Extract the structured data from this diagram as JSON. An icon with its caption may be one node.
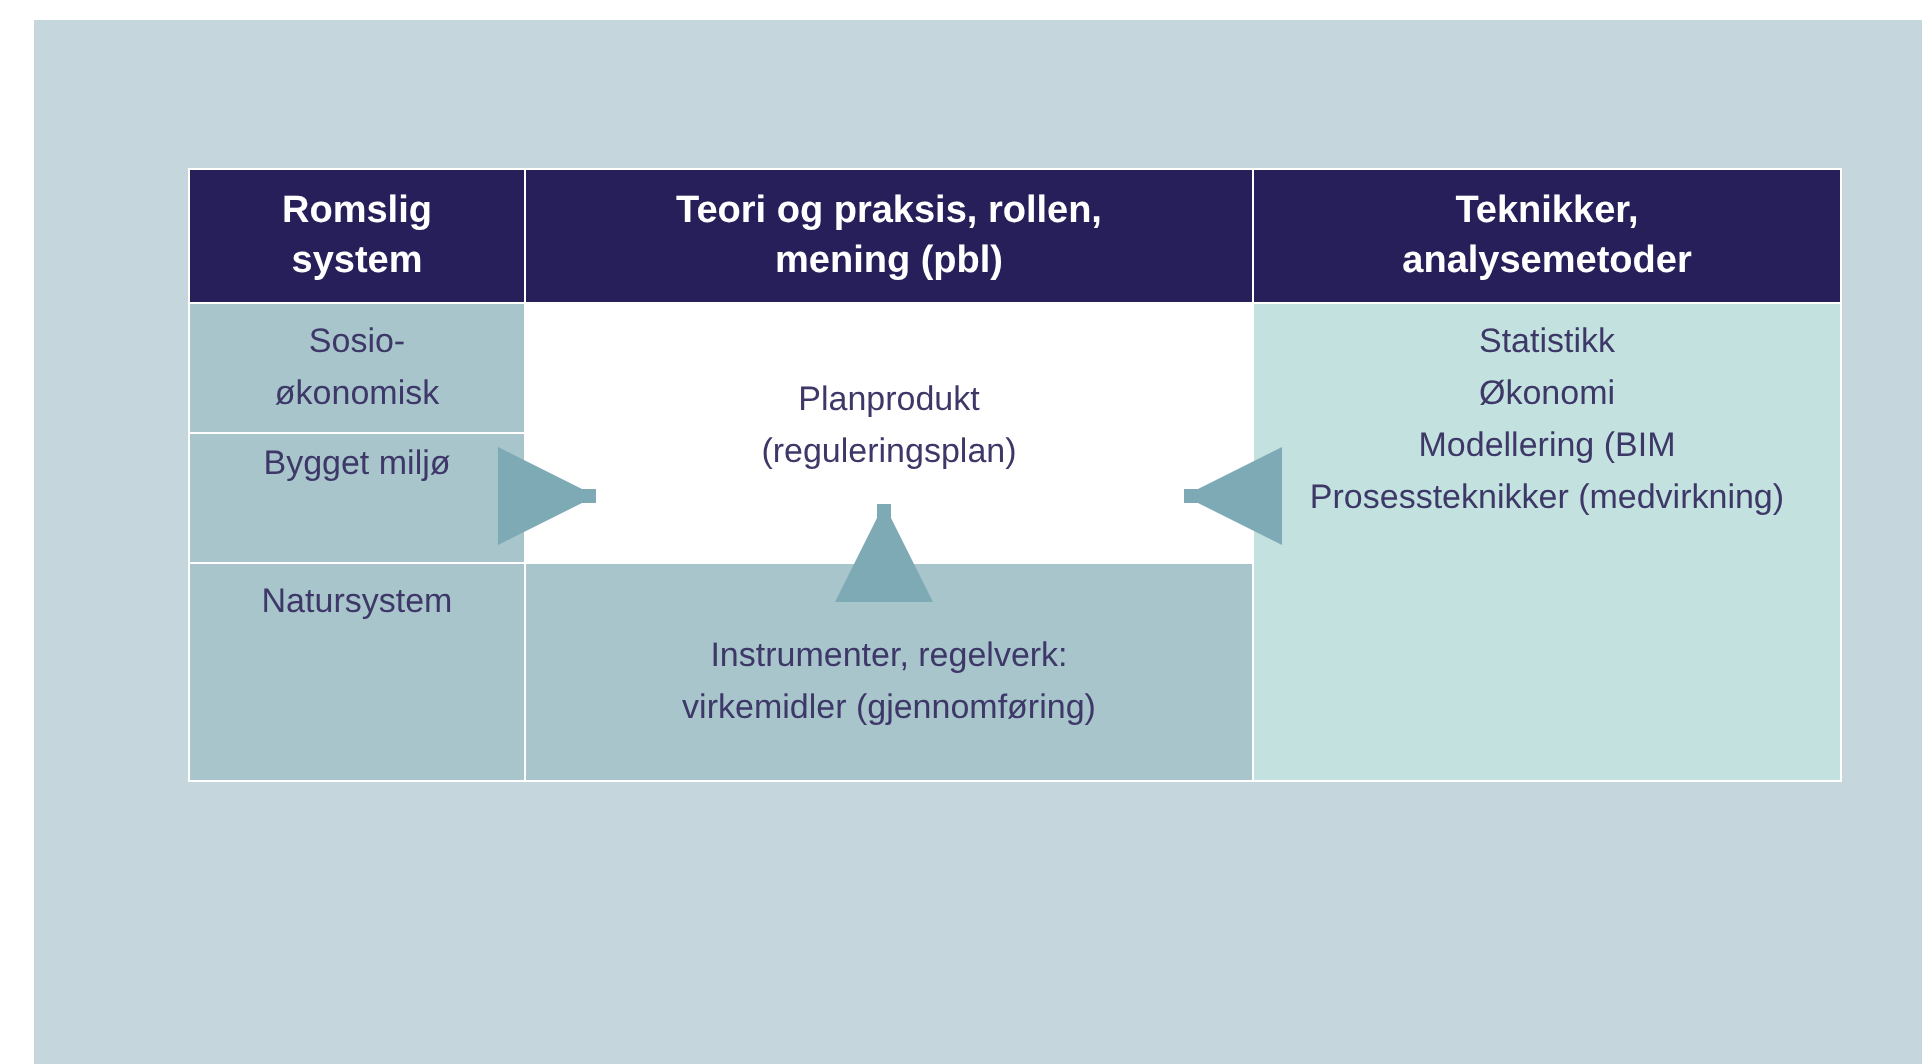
{
  "diagram": {
    "nodes": [
      {
        "text": [
          "Romslig system"
        ]
      },
      {
        "text": [
          "Teori og praksis, rollen, mening (pbl)"
        ]
      },
      {
        "text": [
          "Teknikker, analysemetoder"
        ]
      },
      {
        "text": [
          "Sosio-økonomisk"
        ]
      },
      {
        "text": [
          "Bygget miljø"
        ]
      },
      {
        "text": [
          "Natursystem"
        ]
      },
      {
        "text": [
          "Planprodukt (reguleringsplan)"
        ]
      },
      {
        "text": [
          "Instrumenter, regelverk: virkemidler (gjennomføring)"
        ]
      },
      {
        "text": [
          "Statistikk",
          "Økonomi",
          "Modellering (BIM",
          "Prosessteknikker (medvirkning)"
        ]
      }
    ],
    "edges": [
      {
        "from": 4,
        "to": 6,
        "arrow": "to"
      },
      {
        "from": 7,
        "to": 6,
        "arrow": "to"
      },
      {
        "from": 8,
        "to": 6,
        "arrow": "to"
      }
    ]
  }
}
